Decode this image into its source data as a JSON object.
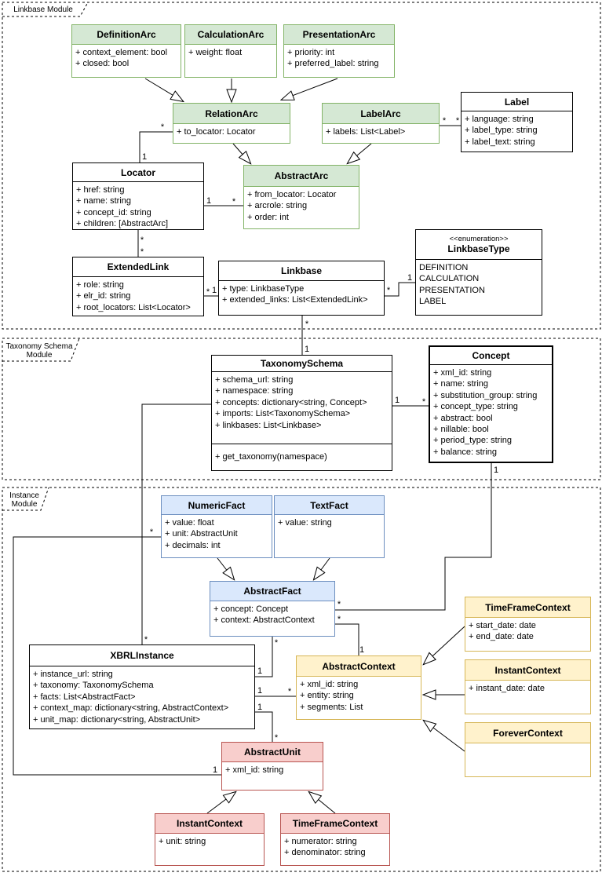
{
  "diagram_title": "XBRL UML class diagram",
  "colors": {
    "green_fill": "#d5e8d4",
    "green_border": "#82b366",
    "blue_fill": "#dae8fc",
    "blue_border": "#6c8ebf",
    "yellow_fill": "#fff2cc",
    "yellow_border": "#d6b656",
    "red_fill": "#f8cecc",
    "red_border": "#b85450",
    "plain_border": "#000000"
  },
  "modules": [
    {
      "lines": [
        "Linkbase Module"
      ]
    },
    {
      "lines": [
        "Taxonomy Schema",
        "Module"
      ]
    },
    {
      "lines": [
        "Instance",
        "Module"
      ]
    }
  ],
  "classes": {
    "definition_arc": {
      "title": "DefinitionArc",
      "attributes": [
        "+ context_element: bool",
        "+ closed: bool"
      ]
    },
    "calculation_arc": {
      "title": "CalculationArc",
      "attributes": [
        "+ weight: float"
      ]
    },
    "presentation_arc": {
      "title": "PresentationArc",
      "attributes": [
        "+ priority: int",
        "+ preferred_label: string"
      ]
    },
    "relation_arc": {
      "title": "RelationArc",
      "attributes": [
        "+ to_locator: Locator"
      ]
    },
    "label_arc": {
      "title": "LabelArc",
      "attributes": [
        "+ labels: List<Label>"
      ]
    },
    "label": {
      "title": "Label",
      "attributes": [
        "+ language: string",
        "+ label_type: string",
        "+ label_text: string"
      ]
    },
    "abstract_arc": {
      "title": "AbstractArc",
      "attributes": [
        "+ from_locator: Locator",
        "+ arcrole: string",
        "+ order: int"
      ]
    },
    "locator": {
      "title": "Locator",
      "attributes": [
        "+ href: string",
        "+ name: string",
        "+ concept_id: string",
        "+ children: [AbstractArc]"
      ]
    },
    "extended_link": {
      "title": "ExtendedLink",
      "attributes": [
        "+ role: string",
        "+ elr_id: string",
        "+ root_locators: List<Locator>"
      ]
    },
    "linkbase": {
      "title": "Linkbase",
      "attributes": [
        "+ type: LinkbaseType",
        "+ extended_links: List<ExtendedLink>"
      ]
    },
    "linkbase_type": {
      "stereotype": "<<enumeration>>",
      "title": "LinkbaseType",
      "values": [
        "DEFINITION",
        "CALCULATION",
        "PRESENTATION",
        "LABEL"
      ]
    },
    "taxonomy_schema": {
      "title": "TaxonomySchema",
      "attributes": [
        "+ schema_url: string",
        "+ namespace: string",
        "+ concepts: dictionary<string, Concept>",
        "+ imports: List<TaxonomySchema>",
        "+ linkbases: List<Linkbase>"
      ],
      "methods": [
        "+ get_taxonomy(namespace)"
      ]
    },
    "concept": {
      "title": "Concept",
      "attributes": [
        "+ xml_id: string",
        "+ name: string",
        "+ substitution_group: string",
        "+ concept_type: string",
        "+ abstract: bool",
        "+ nillable: bool",
        "+ period_type: string",
        "+ balance: string"
      ]
    },
    "numeric_fact": {
      "title": "NumericFact",
      "attributes": [
        "+ value: float",
        "+ unit: AbstractUnit",
        "+ decimals: int"
      ]
    },
    "text_fact": {
      "title": "TextFact",
      "attributes": [
        "+ value: string"
      ]
    },
    "abstract_fact": {
      "title": "AbstractFact",
      "attributes": [
        "+ concept: Concept",
        "+ context: AbstractContext"
      ]
    },
    "xbrl_instance": {
      "title": "XBRLInstance",
      "attributes": [
        "+ instance_url: string",
        "+ taxonomy: TaxonomySchema",
        "+ facts:  List<AbstractFact>",
        "+ context_map: dictionary<string, AbstractContext>",
        "+ unit_map: dictionary<string, AbstractUnit>"
      ]
    },
    "abstract_context": {
      "title": "AbstractContext",
      "attributes": [
        "+ xml_id: string",
        "+ entity: string",
        "+ segments: List"
      ]
    },
    "timeframe_context": {
      "title": "TimeFrameContext",
      "attributes": [
        "+ start_date: date",
        "+ end_date: date"
      ]
    },
    "instant_context": {
      "title": "InstantContext",
      "attributes": [
        "+ instant_date: date"
      ]
    },
    "forever_context": {
      "title": "ForeverContext",
      "attributes": []
    },
    "abstract_unit": {
      "title": "AbstractUnit",
      "attributes": [
        "+ xml_id: string"
      ]
    },
    "instant_unit": {
      "title": "InstantContext",
      "attributes": [
        "+ unit: string"
      ]
    },
    "timeframe_unit": {
      "title": "TimeFrameContext",
      "attributes": [
        "+ numerator: string",
        "+ denominator: string"
      ]
    }
  },
  "mult": [
    "*",
    "1",
    "1",
    "*",
    "*",
    "*",
    "*",
    "*",
    "*",
    "1",
    "*",
    "1",
    "*",
    "1",
    "1",
    "1",
    "*",
    "1",
    "*",
    "*",
    "*",
    "1",
    "1",
    "*",
    "1",
    "*",
    "1",
    "*",
    "*",
    "1"
  ]
}
